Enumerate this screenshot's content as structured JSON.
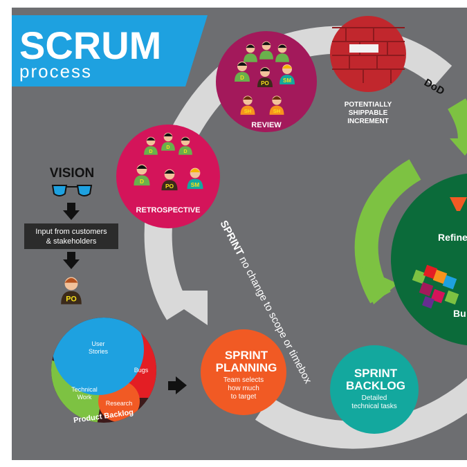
{
  "title": {
    "main": "SCRUM",
    "sub": "process"
  },
  "vision": {
    "label": "VISION",
    "input_text": "Input from customers & stakeholders"
  },
  "roles": {
    "developer": "D",
    "product_owner": "PO",
    "scrum_master": "SM",
    "stakeholder": "SH"
  },
  "review": {
    "label": "REVIEW"
  },
  "retrospective": {
    "label": "RETROSPECTIVE"
  },
  "increment": {
    "label_line1": "POTENTIALLY",
    "label_line2": "SHIPPABLE",
    "label_line3": "INCREMENT"
  },
  "dod": {
    "label": "DoD"
  },
  "sprint": {
    "bold": "SPRINT",
    "rest": " no change to scope or timebox"
  },
  "product_backlog": {
    "label": "Product Backlog",
    "segments": [
      {
        "name": "User Stories",
        "color": "#1ea1e0"
      },
      {
        "name": "Bugs",
        "color": "#e31e24"
      },
      {
        "name": "Technical Work",
        "color": "#7dc242"
      },
      {
        "name": "Research",
        "color": "#f15a24"
      }
    ]
  },
  "sprint_planning": {
    "title_line1": "SPRINT",
    "title_line2": "PLANNING",
    "desc_line1": "Team selects",
    "desc_line2": "how much",
    "desc_line3": "to target"
  },
  "sprint_backlog": {
    "title_line1": "SPRINT",
    "title_line2": "BACKLOG",
    "desc_line1": "Detailed",
    "desc_line2": "technical tasks"
  },
  "refinement": {
    "label_partial": "Refine",
    "label2_partial": "Bu"
  },
  "colors": {
    "background": "#6d6e71",
    "title_blue": "#1ea1e0",
    "magenta": "#a3195b",
    "pink": "#d4145a",
    "red_brick": "#c1272d",
    "green": "#7dc242",
    "dark_green": "#0b6b3a",
    "orange": "#f15a24",
    "teal": "#13a89e",
    "cycle_arrow": "#d9d9d9"
  }
}
